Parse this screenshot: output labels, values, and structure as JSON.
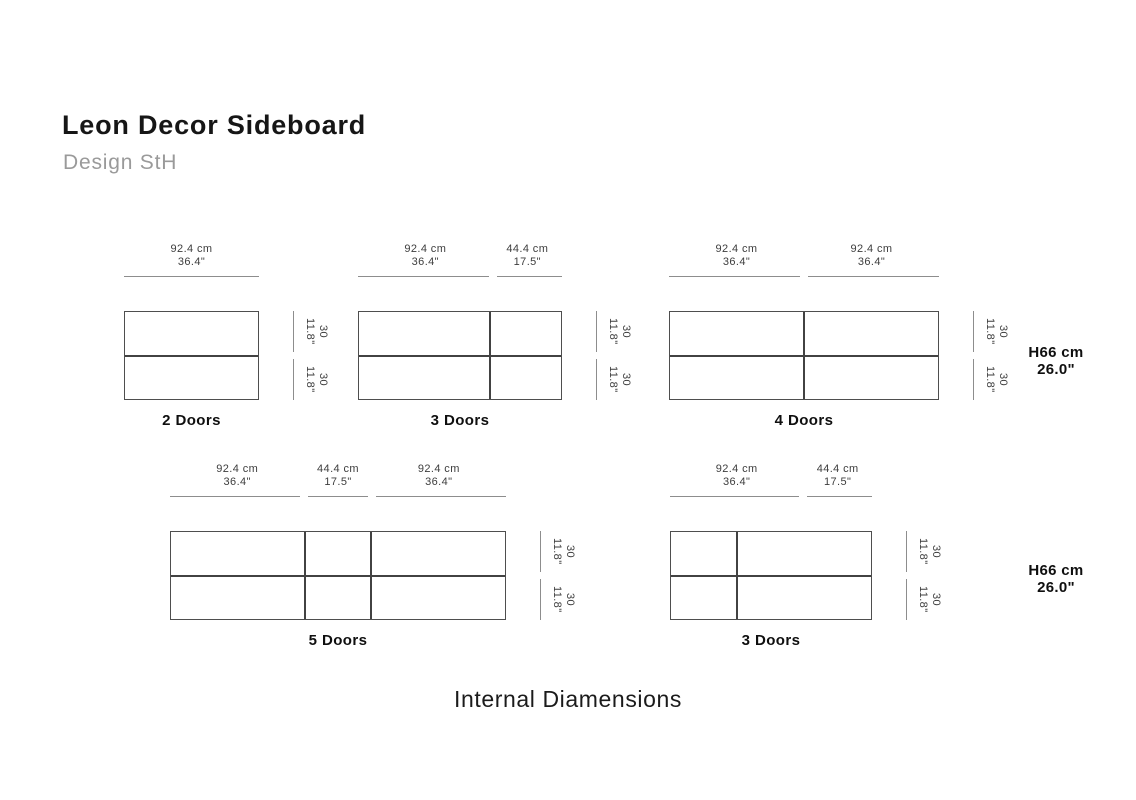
{
  "header": {
    "title": "Leon Decor Sideboard",
    "subtitle": "Design StH"
  },
  "caption": "Internal Diamensions",
  "height_notes": [
    {
      "line1": "H66 cm",
      "line2": "26.0\""
    },
    {
      "line1": "H66 cm",
      "line2": "26.0\""
    }
  ],
  "cabinets": [
    {
      "label": "2 Doors",
      "top_dims": [
        {
          "cm": "92.4 cm",
          "inch": "36.4\"",
          "weight": 100
        }
      ],
      "dividers": [],
      "side_dims": [
        {
          "value": "30",
          "inch": "11.8\""
        },
        {
          "value": "30",
          "inch": "11.8\""
        }
      ]
    },
    {
      "label": "3 Doors",
      "top_dims": [
        {
          "cm": "92.4 cm",
          "inch": "36.4\"",
          "weight": 66
        },
        {
          "cm": "44.4 cm",
          "inch": "17.5\"",
          "weight": 34
        }
      ],
      "dividers": [
        65
      ],
      "side_dims": [
        {
          "value": "30",
          "inch": "11.8\""
        },
        {
          "value": "30",
          "inch": "11.8\""
        }
      ]
    },
    {
      "label": "4 Doors",
      "top_dims": [
        {
          "cm": "92.4 cm",
          "inch": "36.4\"",
          "weight": 50
        },
        {
          "cm": "92.4 cm",
          "inch": "36.4\"",
          "weight": 50
        }
      ],
      "dividers": [
        50
      ],
      "side_dims": [
        {
          "value": "30",
          "inch": "11.8\""
        },
        {
          "value": "30",
          "inch": "11.8\""
        }
      ]
    },
    {
      "label": "5 Doors",
      "top_dims": [
        {
          "cm": "92.4 cm",
          "inch": "36.4\"",
          "weight": 40
        },
        {
          "cm": "44.4 cm",
          "inch": "17.5\"",
          "weight": 20
        },
        {
          "cm": "92.4 cm",
          "inch": "36.4\"",
          "weight": 40
        }
      ],
      "dividers": [
        40,
        60
      ],
      "side_dims": [
        {
          "value": "30",
          "inch": "11.8\""
        },
        {
          "value": "30",
          "inch": "11.8\""
        }
      ]
    },
    {
      "label": "3 Doors",
      "top_dims": [
        {
          "cm": "92.4 cm",
          "inch": "36.4\"",
          "weight": 66
        },
        {
          "cm": "44.4 cm",
          "inch": "17.5\"",
          "weight": 34
        }
      ],
      "dividers": [
        33
      ],
      "side_dims": [
        {
          "value": "30",
          "inch": "11.8\""
        },
        {
          "value": "30",
          "inch": "11.8\""
        }
      ]
    }
  ]
}
